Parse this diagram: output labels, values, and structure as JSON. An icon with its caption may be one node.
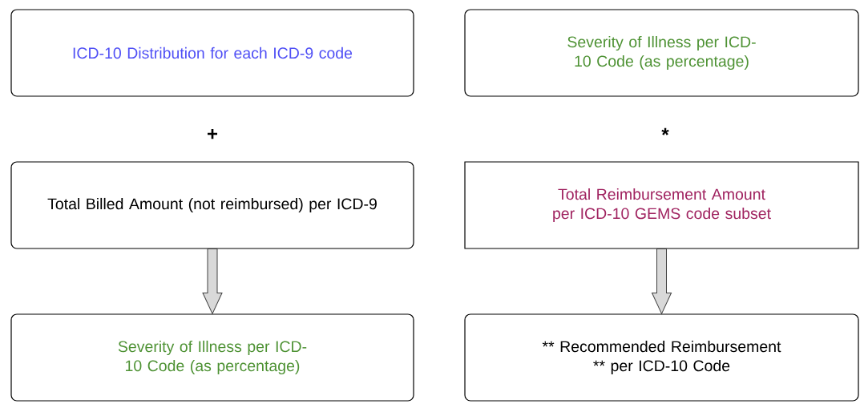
{
  "diagram": {
    "nodes": [
      {
        "text": [
          "ICD-10 Distribution for each ICD-9 code"
        ]
      },
      {
        "text": [
          "Severity of Illness per ICD-10 Code (as percentage)"
        ]
      },
      {
        "text": [
          "Total Billed Amount (not reimbursed) per ICD-9"
        ]
      },
      {
        "text": [
          "Total Reimbursement Amount per ICD-10 GEMS code subset"
        ]
      },
      {
        "text": [
          "Severity of Illness per ICD-10 Code (as percentage)"
        ]
      },
      {
        "text": [
          "** Recommended Reimbursement ** per ICD-10 Code"
        ]
      }
    ],
    "edges": [
      {
        "from": 2,
        "to": 4,
        "arrow": "to"
      },
      {
        "from": 3,
        "to": 5,
        "arrow": "to"
      }
    ],
    "labels": [
      "+",
      "*"
    ]
  }
}
